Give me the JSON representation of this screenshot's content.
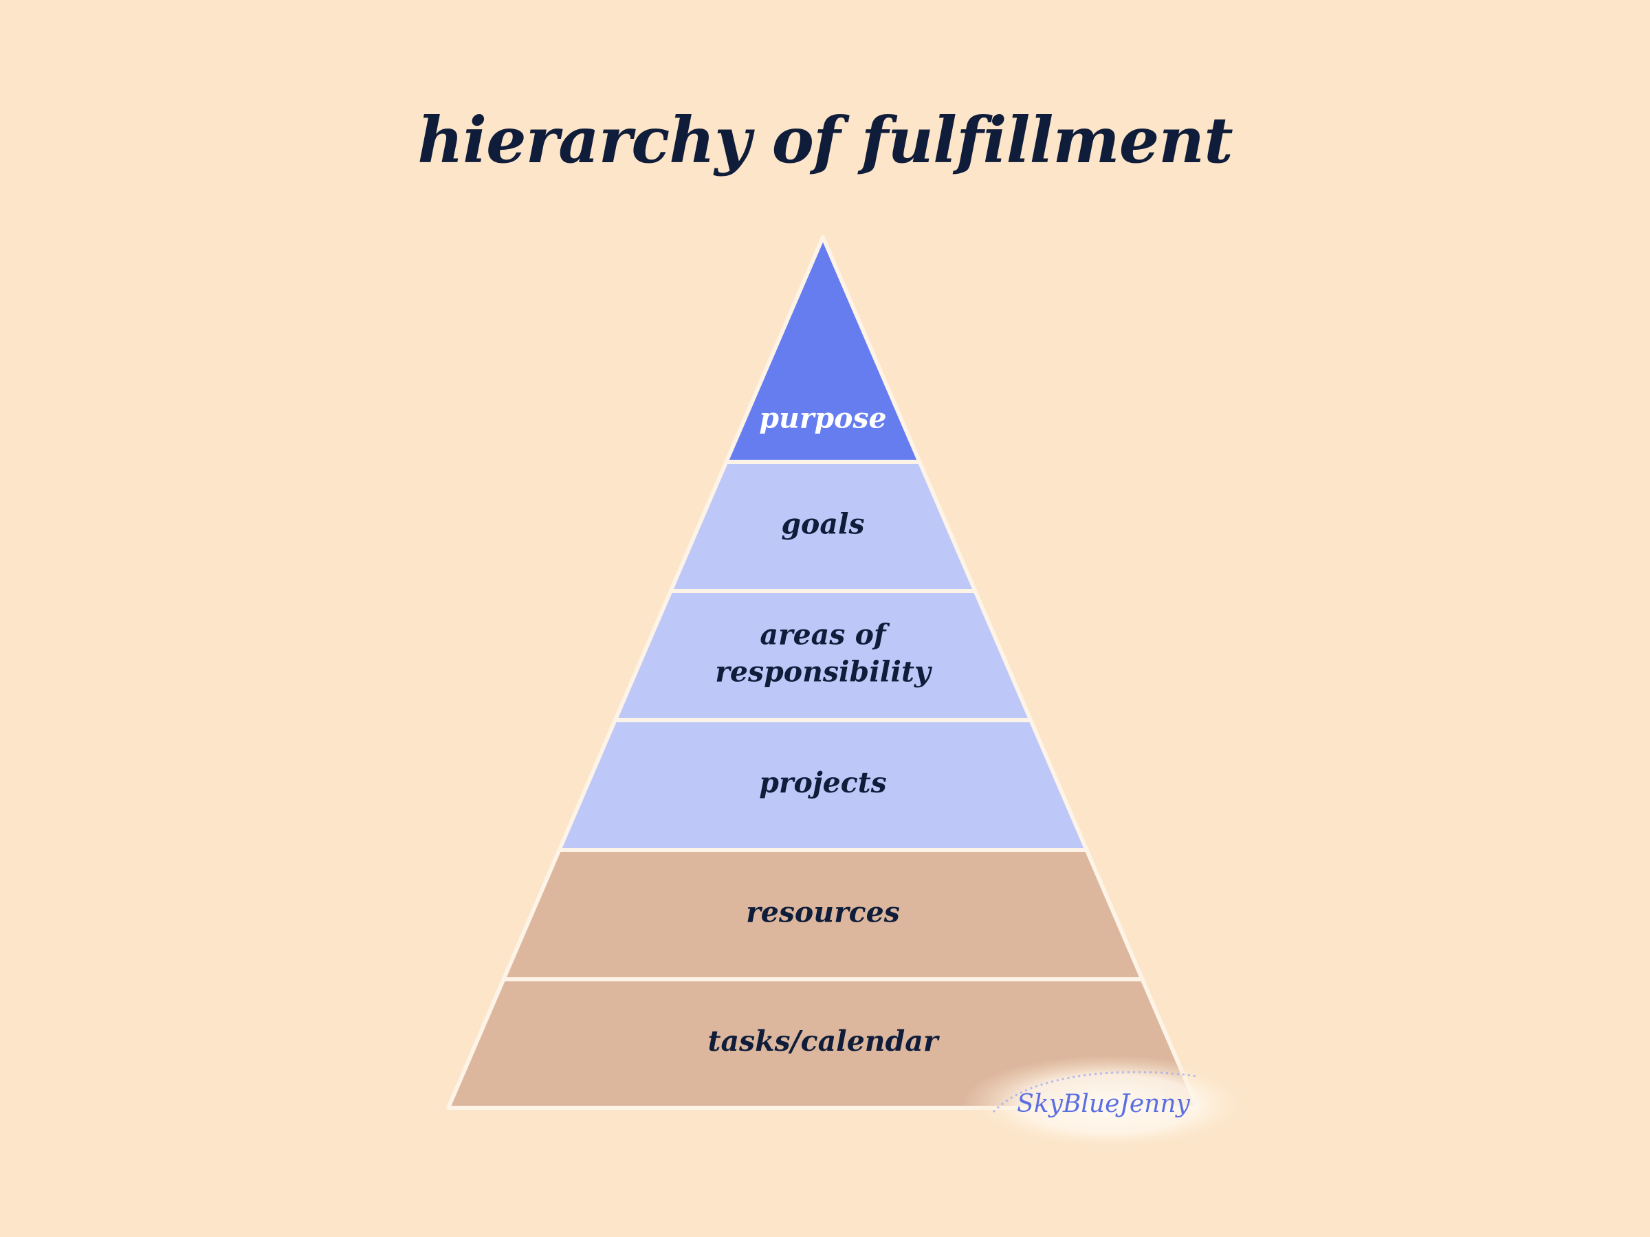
{
  "title": "hierarchy of fulfillment",
  "colors": {
    "background": "#fce5c8",
    "title": "#0f1d3a",
    "outline": "#fdf3e6",
    "accent_blue": "#657def",
    "light_blue": "#bec8f8",
    "tan": "#dcb79e",
    "watermark": "#5b6ee1"
  },
  "tiers": [
    {
      "lines": [
        "purpose"
      ],
      "fill": "#657def",
      "text_color": "#ffffff"
    },
    {
      "lines": [
        "goals"
      ],
      "fill": "#bec8f8",
      "text_color": "#0f1d3a"
    },
    {
      "lines": [
        "areas of",
        "responsibility"
      ],
      "fill": "#bec8f8",
      "text_color": "#0f1d3a"
    },
    {
      "lines": [
        "projects"
      ],
      "fill": "#bec8f8",
      "text_color": "#0f1d3a"
    },
    {
      "lines": [
        "resources"
      ],
      "fill": "#dcb79e",
      "text_color": "#0f1d3a"
    },
    {
      "lines": [
        "tasks/calendar"
      ],
      "fill": "#dcb79e",
      "text_color": "#0f1d3a"
    }
  ],
  "watermark": {
    "text": "SkyBlueJenny"
  }
}
